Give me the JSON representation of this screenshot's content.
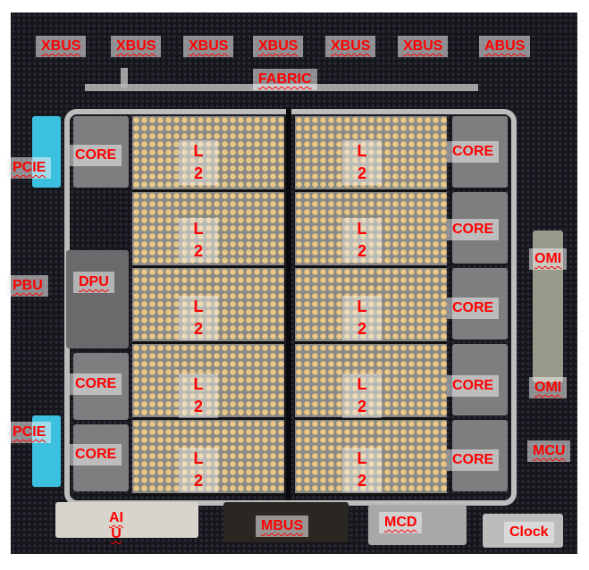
{
  "labels": {
    "xbus": [
      "XBUS",
      "XBUS",
      "XBUS",
      "XBUS",
      "XBUS",
      "XBUS"
    ],
    "abus": "ABUS",
    "fabric": "FABRIC",
    "pcie": [
      "PCIE",
      "PCIE"
    ],
    "pbu": "PBU",
    "dpu": "DPU",
    "core_left": [
      "CORE",
      "CORE",
      "CORE"
    ],
    "core_right": [
      "CORE",
      "CORE",
      "CORE",
      "CORE",
      "CORE"
    ],
    "l2_line1": "L",
    "l2_line2": "2",
    "omi": [
      "OMI",
      "OMI"
    ],
    "mcu": "MCU",
    "aiu_line1": "AI",
    "aiu_line2": "U",
    "mbus": "MBUS",
    "mcd": "MCD",
    "clock": "Clock"
  },
  "colors": {
    "label": "#ff0000",
    "board": "#15151c",
    "l2_cells": "#e9c98a"
  }
}
